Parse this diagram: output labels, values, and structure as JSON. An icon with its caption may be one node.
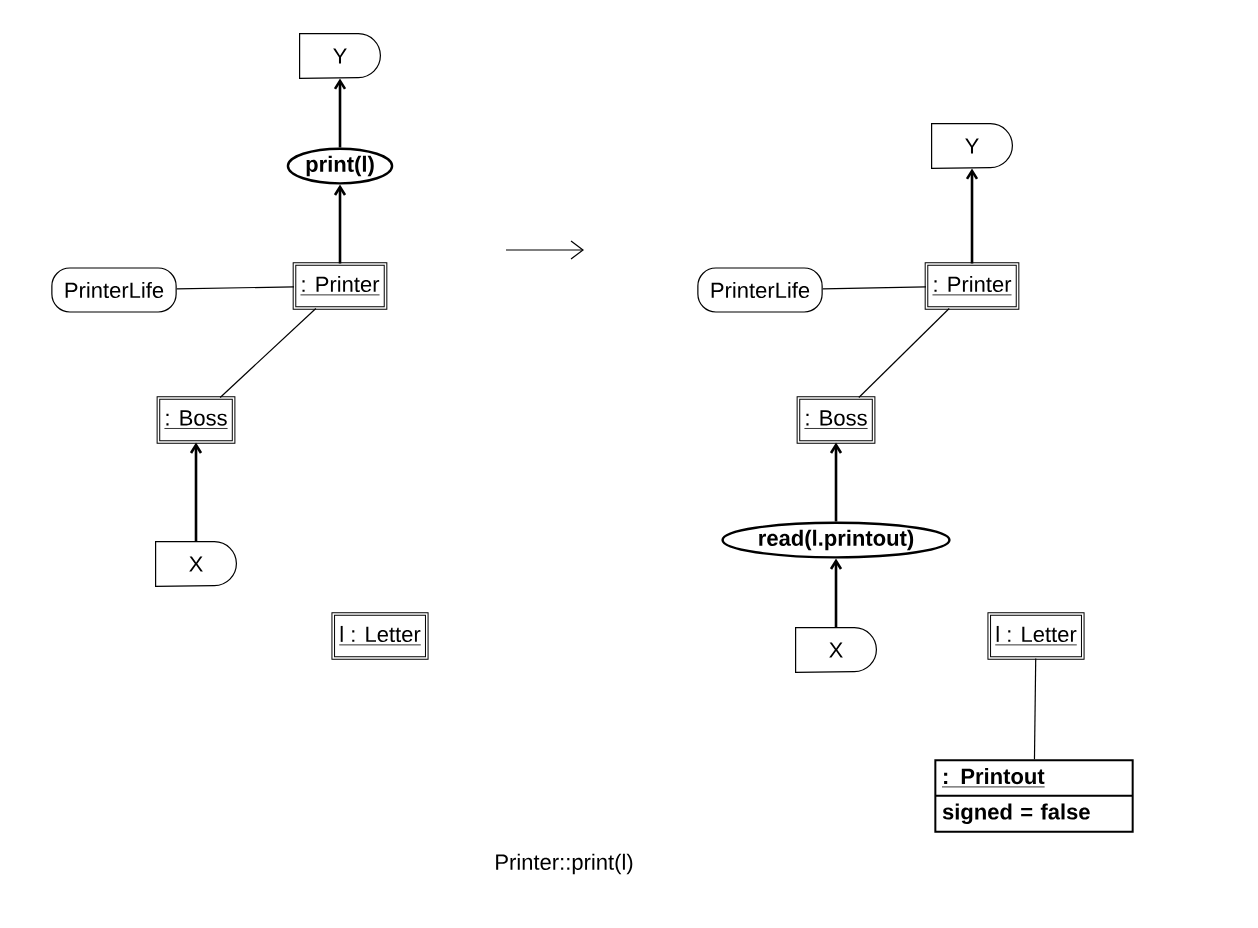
{
  "diagram": {
    "caption": "Printer::print(l)",
    "nodes": [
      {
        "text": [
          "Y"
        ]
      },
      {
        "text": [
          "print(l)"
        ]
      },
      {
        "text": [
          "PrinterLife"
        ]
      },
      {
        "text": [
          ": Printer"
        ]
      },
      {
        "text": [
          ": Boss"
        ]
      },
      {
        "text": [
          "X"
        ]
      },
      {
        "text": [
          "l : Letter"
        ]
      },
      {
        "text": [
          "Y"
        ]
      },
      {
        "text": [
          "PrinterLife"
        ]
      },
      {
        "text": [
          ": Printer"
        ]
      },
      {
        "text": [
          ": Boss"
        ]
      },
      {
        "text": [
          "read(l.printout)"
        ]
      },
      {
        "text": [
          "X"
        ]
      },
      {
        "text": [
          "l : Letter"
        ]
      },
      {
        "text": [
          ": Printout",
          "signed = false"
        ]
      }
    ],
    "edges": [
      {
        "from": 3,
        "to": 1,
        "arrow": "to"
      },
      {
        "from": 1,
        "to": 0,
        "arrow": "to"
      },
      {
        "from": 2,
        "to": 3,
        "arrow": "none"
      },
      {
        "from": 3,
        "to": 4,
        "arrow": "none"
      },
      {
        "from": 5,
        "to": 4,
        "arrow": "to"
      },
      {
        "from": 9,
        "to": 7,
        "arrow": "to"
      },
      {
        "from": 8,
        "to": 9,
        "arrow": "none"
      },
      {
        "from": 9,
        "to": 10,
        "arrow": "none"
      },
      {
        "from": 11,
        "to": 10,
        "arrow": "to"
      },
      {
        "from": 12,
        "to": 11,
        "arrow": "to"
      },
      {
        "from": 13,
        "to": 14,
        "arrow": "none"
      }
    ]
  }
}
